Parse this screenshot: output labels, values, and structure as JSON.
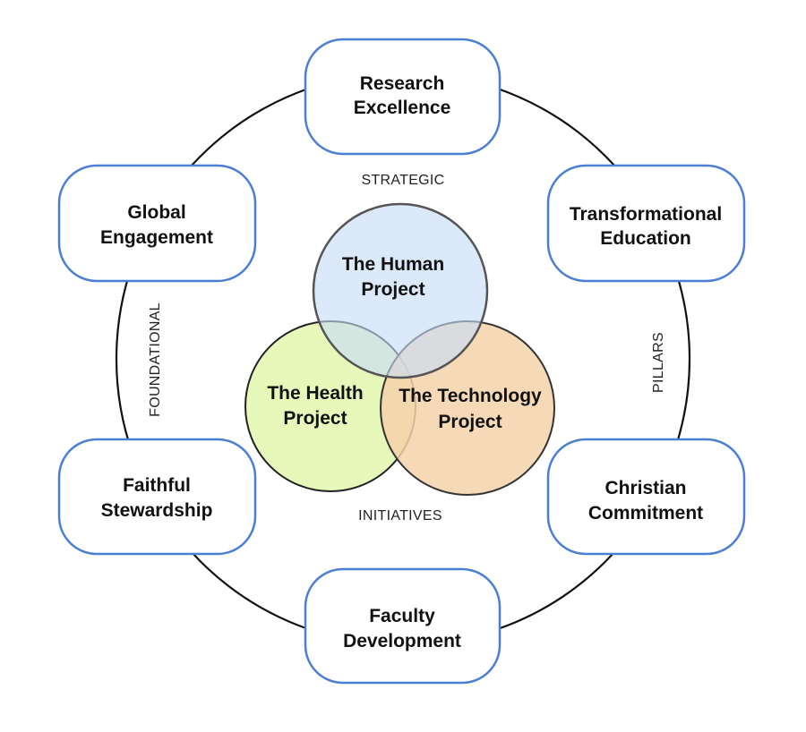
{
  "colors": {
    "box_border": "#4a7fd4",
    "ring": "#111111",
    "human_fill": "#c6dcf7",
    "health_fill": "#e3f8b3",
    "technology_fill": "#f4d2aa",
    "circle_stroke": "#333333"
  },
  "ring_labels": {
    "top": "STRATEGIC",
    "bottom": "INITIATIVES",
    "left": "FOUNDATIONAL",
    "right": "PILLARS"
  },
  "pillars": {
    "research": {
      "line1": "Research",
      "line2": "Excellence"
    },
    "education": {
      "line1": "Transformational",
      "line2": "Education"
    },
    "christian": {
      "line1": "Christian",
      "line2": "Commitment"
    },
    "faculty": {
      "line1": "Faculty",
      "line2": "Development"
    },
    "stewardship": {
      "line1": "Faithful",
      "line2": "Stewardship"
    },
    "global": {
      "line1": "Global",
      "line2": "Engagement"
    }
  },
  "projects": {
    "human": {
      "line1": "The Human",
      "line2": "Project"
    },
    "health": {
      "line1": "The Health",
      "line2": "Project"
    },
    "technology": {
      "line1": "The Technology",
      "line2": "Project"
    }
  }
}
